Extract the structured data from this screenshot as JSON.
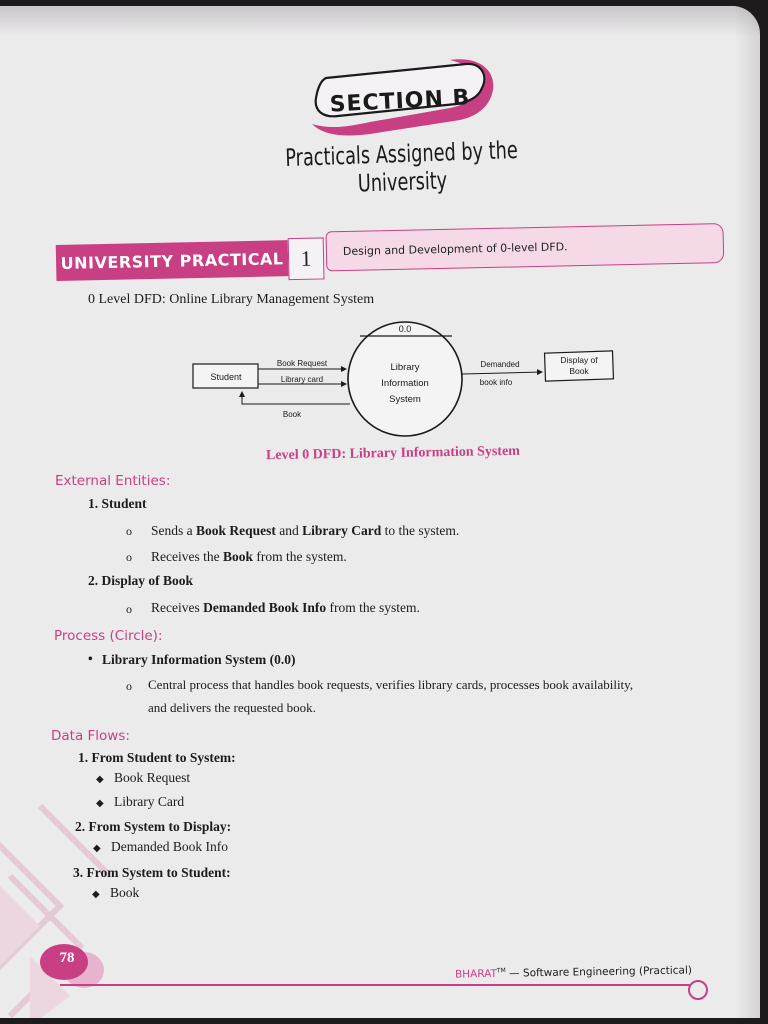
{
  "section": {
    "label": "SECTION B"
  },
  "page_heading": "Practicals Assigned by the University",
  "practical": {
    "tag": "UNIVERSITY PRACTICAL",
    "number": "1",
    "description": "Design and Development of 0-level DFD."
  },
  "dfd": {
    "subtitle": "0 Level DFD: Online Library Management System",
    "process_id": "0.0",
    "process_lines": [
      "Library",
      "Information",
      "System"
    ],
    "entity_left": "Student",
    "entity_right_lines": [
      "Display of",
      "Book"
    ],
    "flow_labels": {
      "book_request": "Book Request",
      "library_card": "Library card",
      "book": "Book",
      "demanded_line1": "Demanded",
      "demanded_line2": "book info"
    },
    "caption": "Level 0 DFD: Library Information System"
  },
  "external_entities": {
    "heading": "External Entities:",
    "items": [
      {
        "label": "1. Student",
        "subitems": [
          "Sends a |Book Request| and |Library Card| to the system.",
          "Receives the |Book| from the system."
        ]
      },
      {
        "label": "2. Display of Book",
        "subitems": [
          "Receives |Demanded Book Info| from the system."
        ]
      }
    ]
  },
  "process": {
    "heading": "Process (Circle):",
    "item": "Library Information System (0.0)",
    "desc_line1": "Central process that handles book requests, verifies library cards, processes book availability,",
    "desc_line2": "and delivers the requested book."
  },
  "data_flows": {
    "heading": "Data Flows:",
    "groups": [
      {
        "label": "1.  From Student to System:",
        "items": [
          "Book Request",
          "Library Card"
        ]
      },
      {
        "label": "2.  From System to Display:",
        "items": [
          "Demanded Book Info"
        ]
      },
      {
        "label": "3.  From System to Student:",
        "items": [
          "Book"
        ]
      }
    ]
  },
  "footer": {
    "page_number": "78",
    "brand": "BHARAT",
    "tm": "TM",
    "book_title": "Software Engineering (Practical)"
  },
  "colors": {
    "accent": "#c83f83",
    "accent_light": "#f5d9e6",
    "page": "#ecebec"
  }
}
